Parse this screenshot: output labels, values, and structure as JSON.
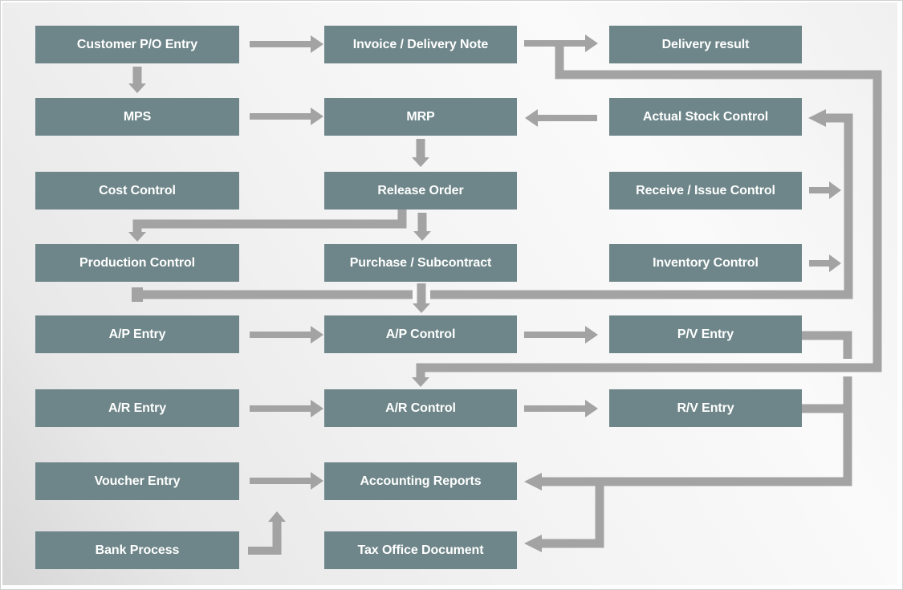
{
  "diagram": {
    "description": "Business process flow diagram (ERP modules)",
    "colors": {
      "node_fill": "#6e8689",
      "node_text": "#ffffff",
      "connector": "#a3a3a3",
      "background_light": "#fafafa",
      "background_dark": "#d7d7d7"
    },
    "nodes": [
      {
        "id": "customer-po-entry",
        "label": "Customer P/O Entry"
      },
      {
        "id": "invoice-delivery-note",
        "label": "Invoice / Delivery Note"
      },
      {
        "id": "delivery-result",
        "label": "Delivery result"
      },
      {
        "id": "mps",
        "label": "MPS"
      },
      {
        "id": "mrp",
        "label": "MRP"
      },
      {
        "id": "actual-stock-control",
        "label": "Actual Stock Control"
      },
      {
        "id": "cost-control",
        "label": "Cost Control"
      },
      {
        "id": "release-order",
        "label": "Release Order"
      },
      {
        "id": "receive-issue-control",
        "label": "Receive / Issue Control"
      },
      {
        "id": "production-control",
        "label": "Production Control"
      },
      {
        "id": "purchase-subcontract",
        "label": "Purchase / Subcontract"
      },
      {
        "id": "inventory-control",
        "label": "Inventory Control"
      },
      {
        "id": "ap-entry",
        "label": "A/P Entry"
      },
      {
        "id": "ap-control",
        "label": "A/P Control"
      },
      {
        "id": "pv-entry",
        "label": "P/V Entry"
      },
      {
        "id": "ar-entry",
        "label": "A/R Entry"
      },
      {
        "id": "ar-control",
        "label": "A/R Control"
      },
      {
        "id": "rv-entry",
        "label": "R/V Entry"
      },
      {
        "id": "voucher-entry",
        "label": "Voucher Entry"
      },
      {
        "id": "accounting-reports",
        "label": "Accounting Reports"
      },
      {
        "id": "bank-process",
        "label": "Bank Process"
      },
      {
        "id": "tax-office-document",
        "label": "Tax Office Document"
      }
    ],
    "edges": [
      {
        "from": "customer-po-entry",
        "to": "invoice-delivery-note"
      },
      {
        "from": "customer-po-entry",
        "to": "mps"
      },
      {
        "from": "invoice-delivery-note",
        "to": "delivery-result"
      },
      {
        "from": "invoice-delivery-note",
        "to": "ar-control"
      },
      {
        "from": "mps",
        "to": "mrp"
      },
      {
        "from": "actual-stock-control",
        "to": "mrp"
      },
      {
        "from": "mrp",
        "to": "release-order"
      },
      {
        "from": "release-order",
        "to": "production-control"
      },
      {
        "from": "release-order",
        "to": "purchase-subcontract"
      },
      {
        "from": "purchase-subcontract",
        "to": "ap-control"
      },
      {
        "from": "production-control",
        "to": "actual-stock-control"
      },
      {
        "from": "receive-issue-control",
        "to": "actual-stock-control"
      },
      {
        "from": "inventory-control",
        "to": "actual-stock-control"
      },
      {
        "from": "ap-entry",
        "to": "ap-control"
      },
      {
        "from": "ap-control",
        "to": "pv-entry"
      },
      {
        "from": "ar-entry",
        "to": "ar-control"
      },
      {
        "from": "ar-control",
        "to": "rv-entry"
      },
      {
        "from": "pv-entry",
        "to": "accounting-reports"
      },
      {
        "from": "rv-entry",
        "to": "accounting-reports"
      },
      {
        "from": "pv-entry",
        "to": "tax-office-document"
      },
      {
        "from": "rv-entry",
        "to": "tax-office-document"
      },
      {
        "from": "voucher-entry",
        "to": "accounting-reports"
      },
      {
        "from": "bank-process",
        "to": "voucher-entry"
      }
    ]
  }
}
